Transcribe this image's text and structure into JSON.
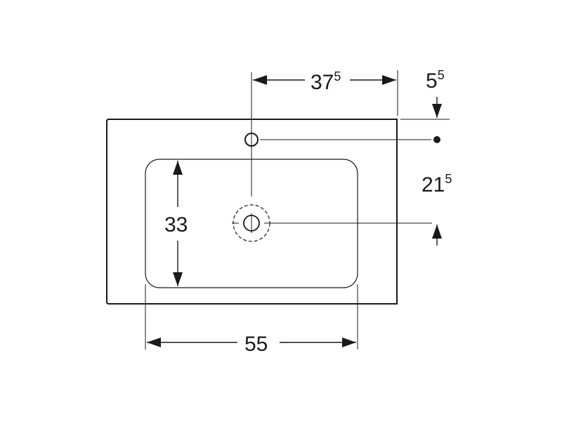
{
  "dimensions": {
    "top_width": {
      "main": "37",
      "sup": "5"
    },
    "top_offset": {
      "main": "5",
      "sup": "5"
    },
    "right_height": {
      "main": "21",
      "sup": "5"
    },
    "basin_height": {
      "main": "33"
    },
    "basin_width": {
      "main": "55"
    }
  },
  "colors": {
    "ink": "#1a1a1a",
    "background": "#ffffff"
  }
}
